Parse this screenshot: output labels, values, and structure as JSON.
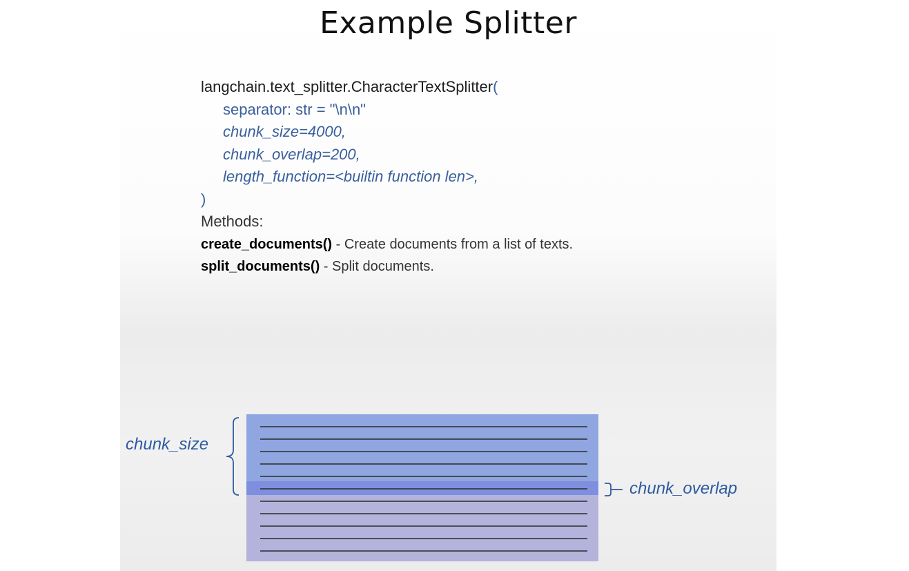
{
  "title": "Example Splitter",
  "code": {
    "call": "langchain.text_splitter.CharacterTextSplitter",
    "open_paren": "(",
    "params": [
      "separator: str = \"\\n\\n\"",
      "chunk_size=4000,",
      "chunk_overlap=200,",
      "length_function=<builtin function len>,"
    ],
    "close_paren": ")"
  },
  "methods": {
    "label": "Methods:",
    "items": [
      {
        "name": "create_documents",
        "parens": "()",
        "description": " - Create documents from a list of texts."
      },
      {
        "name": "split_documents",
        "parens": "()",
        "description": " - Split documents."
      }
    ]
  },
  "diagram": {
    "chunk_size_label": "chunk_size",
    "chunk_overlap_label": "chunk_overlap",
    "colors": {
      "chunk1": "#8fa6e0",
      "overlap": "#7f8fe0",
      "chunk2": "#b3b3dc",
      "lines": "#2a2a2a",
      "labels": "#2d5aa0"
    }
  }
}
